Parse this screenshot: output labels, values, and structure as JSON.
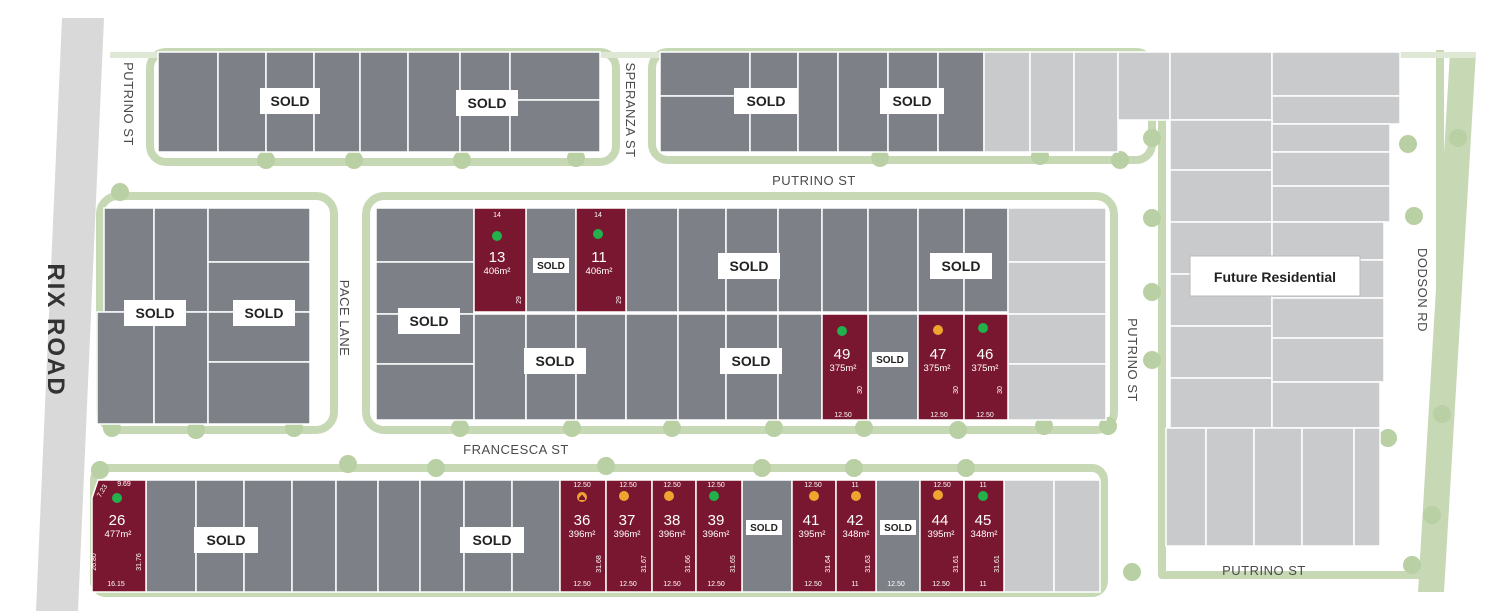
{
  "roads": {
    "rix_road": "RIX ROAD",
    "putrino_west": "PUTRINO ST",
    "speranza": "SPERANZA ST",
    "putrino_top": "PUTRINO ST",
    "pace_lane": "PACE LANE",
    "francesca": "FRANCESCA ST",
    "putrino_east": "PUTRINO ST",
    "dodson": "DODSON RD",
    "putrino_bottom": "PUTRINO ST"
  },
  "sold_label": "SOLD",
  "future_residential": "Future Residential",
  "colors": {
    "available": "#7a1730",
    "sold": "#7d8087",
    "future": "#c9cacc",
    "green_dot": "#22b14c",
    "orange_dot": "#f0a430",
    "green_space": "#c7d8b5",
    "tree": "#b9cfa4"
  },
  "lots": [
    {
      "id": "13",
      "area": "406m²",
      "status": "green",
      "top": "14",
      "side": "29",
      "bottom": ""
    },
    {
      "id": "11",
      "area": "406m²",
      "status": "green",
      "top": "14",
      "side": "29",
      "bottom": ""
    },
    {
      "id": "49",
      "area": "375m²",
      "status": "green",
      "top": "",
      "side": "30",
      "bottom": "12.50"
    },
    {
      "id": "47",
      "area": "375m²",
      "status": "orange",
      "top": "",
      "side": "30",
      "bottom": "12.50"
    },
    {
      "id": "46",
      "area": "375m²",
      "status": "green",
      "top": "",
      "side": "30",
      "bottom": "12.50"
    },
    {
      "id": "26",
      "area": "477m²",
      "status": "green",
      "top": "9.69",
      "corner": "7.23",
      "side": "31.76",
      "side_left": "26.80",
      "bottom": "16.15"
    },
    {
      "id": "36",
      "area": "396m²",
      "status": "house",
      "top": "12.50",
      "side": "31.68",
      "bottom": "12.50"
    },
    {
      "id": "37",
      "area": "396m²",
      "status": "orange",
      "top": "12.50",
      "side": "31.67",
      "bottom": "12.50"
    },
    {
      "id": "38",
      "area": "396m²",
      "status": "orange",
      "top": "12.50",
      "side": "31.66",
      "bottom": "12.50"
    },
    {
      "id": "39",
      "area": "396m²",
      "status": "green",
      "top": "12.50",
      "side": "31.65",
      "bottom": "12.50"
    },
    {
      "id": "41",
      "area": "395m²",
      "status": "orange",
      "top": "12.50",
      "side": "31.64",
      "bottom": "12.50"
    },
    {
      "id": "42",
      "area": "348m²",
      "status": "orange",
      "top": "11",
      "side": "31.63",
      "bottom": "11"
    },
    {
      "id": "44",
      "area": "395m²",
      "status": "orange",
      "top": "12.50",
      "side": "31.61",
      "bottom": "12.50"
    },
    {
      "id": "45",
      "area": "348m²",
      "status": "green",
      "top": "11",
      "side": "31.61",
      "bottom": "11"
    }
  ],
  "sold_small_bottom_dim": "12.50"
}
